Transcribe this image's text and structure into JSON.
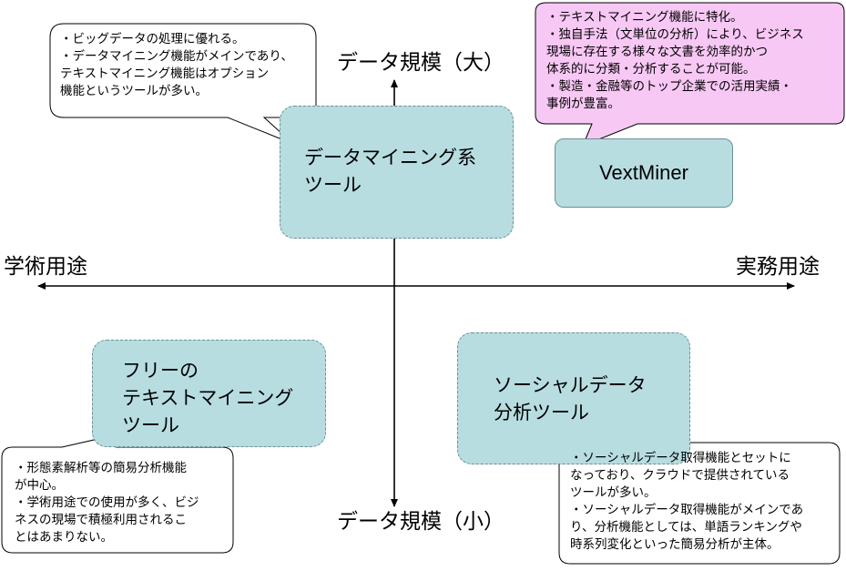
{
  "axes": {
    "top": "データ規模（大）",
    "bottom": "データ規模（小）",
    "left": "学術用途",
    "right": "実務用途"
  },
  "quadrants": {
    "top_left_label": "データマイニング系\nツール",
    "top_right_label": "VextMiner",
    "bottom_left_label": "フリーの\nテキストマイニング\nツール",
    "bottom_right_label": "ソーシャルデータ\n分析ツール"
  },
  "callouts": {
    "top_left": "・ビッグデータの処理に優れる。\n・データマイニング機能がメインであり、\nテキストマイニング機能はオプション\n機能というツールが多い。",
    "top_right": "・テキストマイニング機能に特化。\n・独自手法（文単位の分析）により、ビジネス\n現場に存在する様々な文書を効率的かつ\n体系的に分類・分析することが可能。\n・製造・金融等のトップ企業での活用実績・\n事例が豊富。",
    "bottom_left": "・形態素解析等の簡易分析機能\nが中心。\n・学術用途での使用が多く、ビジ\nネスの現場で積極利用されるこ\nとはあまりない。",
    "bottom_right": "・ソーシャルデータ取得機能とセットに\nなっており、クラウドで提供されている\nツールが多い。\n・ソーシャルデータ取得機能がメインであ\nり、分析機能としては、単語ランキングや\n時系列変化といった簡易分析が主体。"
  },
  "colors": {
    "box_fill": "#b7dde1",
    "highlight_fill": "#f8c8f5",
    "callout_fill": "#ffffff",
    "axis": "#000000"
  }
}
